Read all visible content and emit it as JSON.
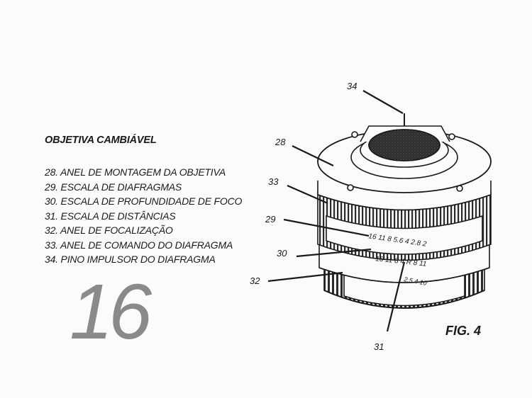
{
  "title": "OBJETIVA CAMBIÁVEL",
  "parts": [
    "28. ANEL DE MONTAGEM DA OBJETIVA",
    "29. ESCALA DE DIAFRAGMAS",
    "30. ESCALA DE PROFUNDIDADE DE FOCO",
    "31. ESCALA DE DISTÂNCIAS",
    "32. ANEL DE FOCALIZAÇÃO",
    "33. ANEL DE COMANDO DO DIAFRAGMA",
    "34. PINO IMPULSOR DO DIAFRAGMA"
  ],
  "page_number": "16",
  "figure_label": "FIG. 4",
  "callouts": {
    "c34": "34",
    "c28": "28",
    "c33": "33",
    "c29": "29",
    "c30": "30",
    "c32": "32",
    "c31": "31"
  },
  "scales": {
    "aperture": "16 11 8 5.6 4 2.8 2",
    "depth": "16 11 8 4 R 8 11",
    "distance": "2.5 4 10"
  },
  "colors": {
    "ink": "#1a1a1a",
    "page_number": "#8a8a8a",
    "paper": "#fbfbfb"
  }
}
